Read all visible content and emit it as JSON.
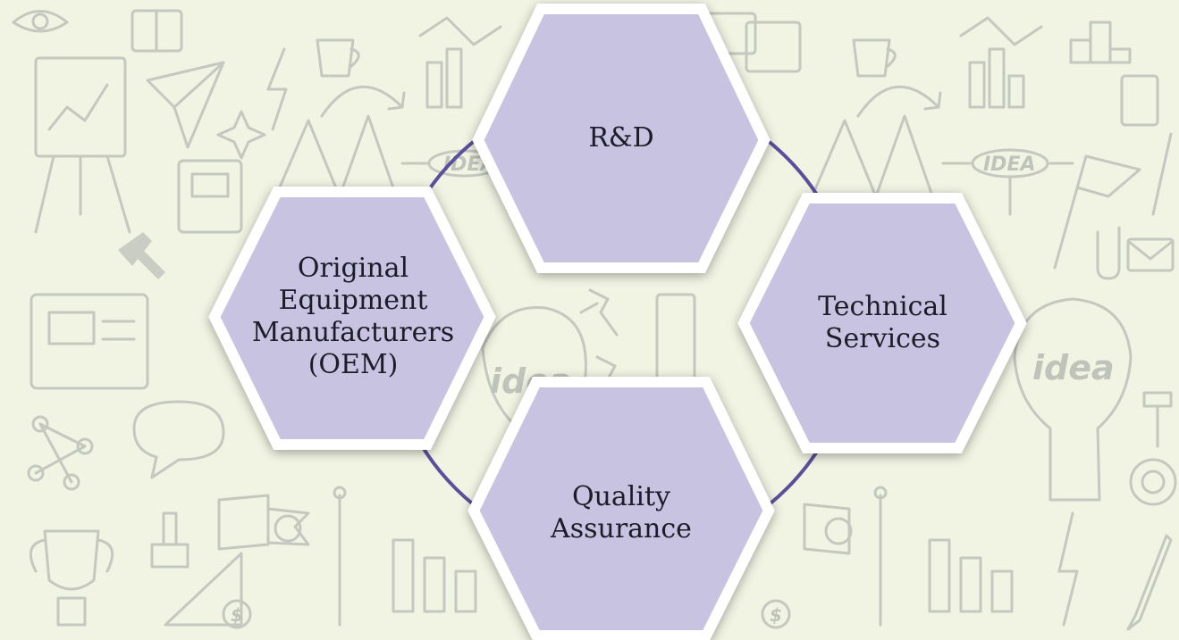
{
  "diagram": {
    "nodes": [
      {
        "id": "rnd",
        "label": "R&D"
      },
      {
        "id": "oem",
        "label": "Original\nEquipment\nManufacturers\n(OEM)"
      },
      {
        "id": "tech",
        "label": "Technical\nServices"
      },
      {
        "id": "qa",
        "label": "Quality\nAssurance"
      }
    ],
    "connector": "circle",
    "colors": {
      "background": "#f1f4e3",
      "hexagon_fill": "#c7c3e0",
      "hexagon_border": "#ffffff",
      "circle_stroke": "#5b4f9c",
      "doodle_stroke": "#c4c8bf"
    }
  },
  "background_doodles": {
    "idea_labels": [
      "IDEA",
      "IDEA",
      "idea",
      "idea"
    ]
  }
}
